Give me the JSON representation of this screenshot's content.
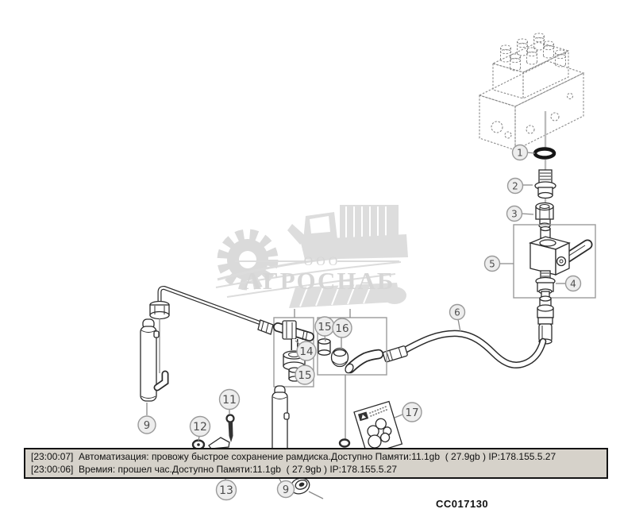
{
  "figure_code": "CC017130",
  "statusbar": {
    "bg_color": "#d6d2ca",
    "border_color": "#141414",
    "lines": [
      "[23:00:07]  Автоматизация: провожу быстрое сохранение рамдиска.Доступно Памяти:11.1gb  ( 27.9gb ) IP:178.155.5.27",
      "[23:00:06]  Времия: прошел час.Доступно Памяти:11.1gb  ( 27.9gb ) IP:178.155.5.27"
    ]
  },
  "watermark": {
    "prefix": "ООО",
    "name": "АГРОСНАБ"
  },
  "callouts": [
    {
      "label": "1"
    },
    {
      "label": "2"
    },
    {
      "label": "3"
    },
    {
      "label": "4"
    },
    {
      "label": "5"
    },
    {
      "label": "6"
    },
    {
      "label": "9"
    },
    {
      "label": "9"
    },
    {
      "label": "11"
    },
    {
      "label": "12"
    },
    {
      "label": "13"
    },
    {
      "label": "14"
    },
    {
      "label": "15"
    },
    {
      "label": "15"
    },
    {
      "label": "16"
    },
    {
      "label": "17"
    }
  ]
}
